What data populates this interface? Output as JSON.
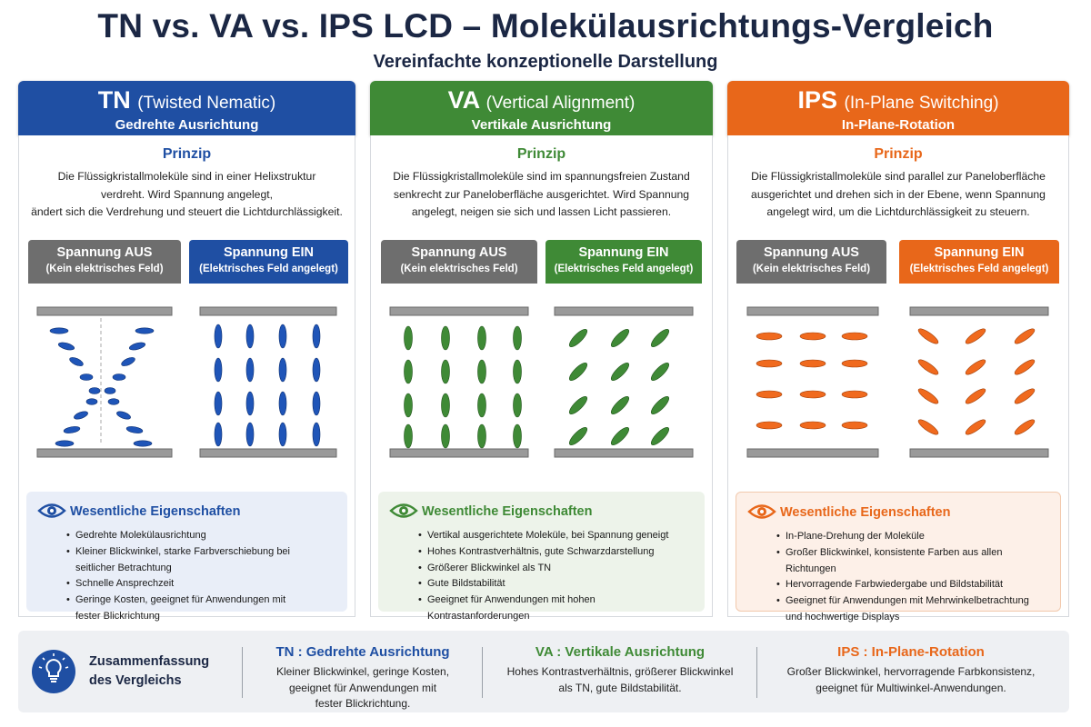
{
  "title": "TN vs. VA vs. IPS LCD – Molekülausrichtungs-Vergleich",
  "subtitle": "Vereinfachte konzeptionelle Darstellung",
  "colors": {
    "tn": "#1f4fa3",
    "va": "#3f8a36",
    "ips": "#e8671a",
    "state_off": "#6e6e6e"
  },
  "columns": [
    {
      "abbr": "TN",
      "name": "(Twisted Nematic)",
      "subtitle": "Gedrehte Ausrichtung",
      "principle_label": "Prinzip",
      "principle_lines": [
        "Die Flüssigkristallmoleküle sind in einer Helixstruktur",
        "verdreht. Wird Spannung angelegt,",
        "ändert sich die Verdrehung und steuert die Lichtdurchlässigkeit."
      ],
      "off_title": "Spannung AUS",
      "off_sub": "(Kein elektrisches Feld)",
      "on_title": "Spannung EIN",
      "on_sub": "(Elektrisches Feld angelegt)",
      "props_title": "Wesentliche Eigenschaften",
      "props": [
        "Gedrehte Molekülausrichtung",
        "Kleiner Blickwinkel, starke Farbverschiebung bei",
        "seitlicher Betrachtung",
        "Schnelle Ansprechzeit",
        "Geringe Kosten, geeignet für Anwendungen mit",
        "fester Blickrichtung"
      ]
    },
    {
      "abbr": "VA",
      "name": "(Vertical Alignment)",
      "subtitle": "Vertikale Ausrichtung",
      "principle_label": "Prinzip",
      "principle_lines": [
        "Die Flüssigkristallmoleküle sind im spannungsfreien Zustand",
        "senkrecht zur Paneloberfläche ausgerichtet. Wird Spannung",
        "angelegt, neigen sie sich und lassen Licht passieren."
      ],
      "off_title": "Spannung AUS",
      "off_sub": "(Kein elektrisches Feld)",
      "on_title": "Spannung EIN",
      "on_sub": "(Elektrisches Feld angelegt)",
      "props_title": "Wesentliche Eigenschaften",
      "props": [
        "Vertikal ausgerichtete Moleküle, bei Spannung geneigt",
        "Hohes Kontrastverhältnis, gute Schwarzdarstellung",
        "Größerer Blickwinkel als TN",
        "Gute Bildstabilität",
        "Geeignet für Anwendungen mit hohen Kontrastanforderungen"
      ]
    },
    {
      "abbr": "IPS",
      "name": "(In-Plane Switching)",
      "subtitle": "In-Plane-Rotation",
      "principle_label": "Prinzip",
      "principle_lines": [
        "Die Flüssigkristallmoleküle sind parallel zur Paneloberfläche",
        "ausgerichtet und drehen sich in der Ebene, wenn Spannung",
        "angelegt wird, um die Lichtdurchlässigkeit zu steuern."
      ],
      "off_title": "Spannung AUS",
      "off_sub": "(Kein elektrisches Feld)",
      "on_title": "Spannung EIN",
      "on_sub": "(Elektrisches Feld angelegt)",
      "props_title": "Wesentliche Eigenschaften",
      "props": [
        "In-Plane-Drehung der Moleküle",
        "Großer Blickwinkel, konsistente Farben aus allen Richtungen",
        "Hervorragende Farbwiedergabe und Bildstabilität",
        "Geeignet für Anwendungen mit Mehrwinkelbetrachtung",
        "und hochwertige Displays"
      ]
    }
  ],
  "summary": {
    "label_line1": "Zusammenfassung",
    "label_line2": "des Vergleichs",
    "items": [
      {
        "title": "TN : Gedrehte Ausrichtung",
        "lines": [
          "Kleiner Blickwinkel, geringe Kosten,",
          "geeignet für Anwendungen mit",
          "fester Blickrichtung."
        ]
      },
      {
        "title": "VA : Vertikale Ausrichtung",
        "lines": [
          "Hohes Kontrastverhältnis, größerer Blickwinkel",
          "als TN, gute Bildstabilität."
        ]
      },
      {
        "title": "IPS : In-Plane-Rotation",
        "lines": [
          "Großer Blickwinkel, hervorragende Farbkonsistenz,",
          "geeignet für Multiwinkel-Anwendungen."
        ]
      }
    ]
  }
}
